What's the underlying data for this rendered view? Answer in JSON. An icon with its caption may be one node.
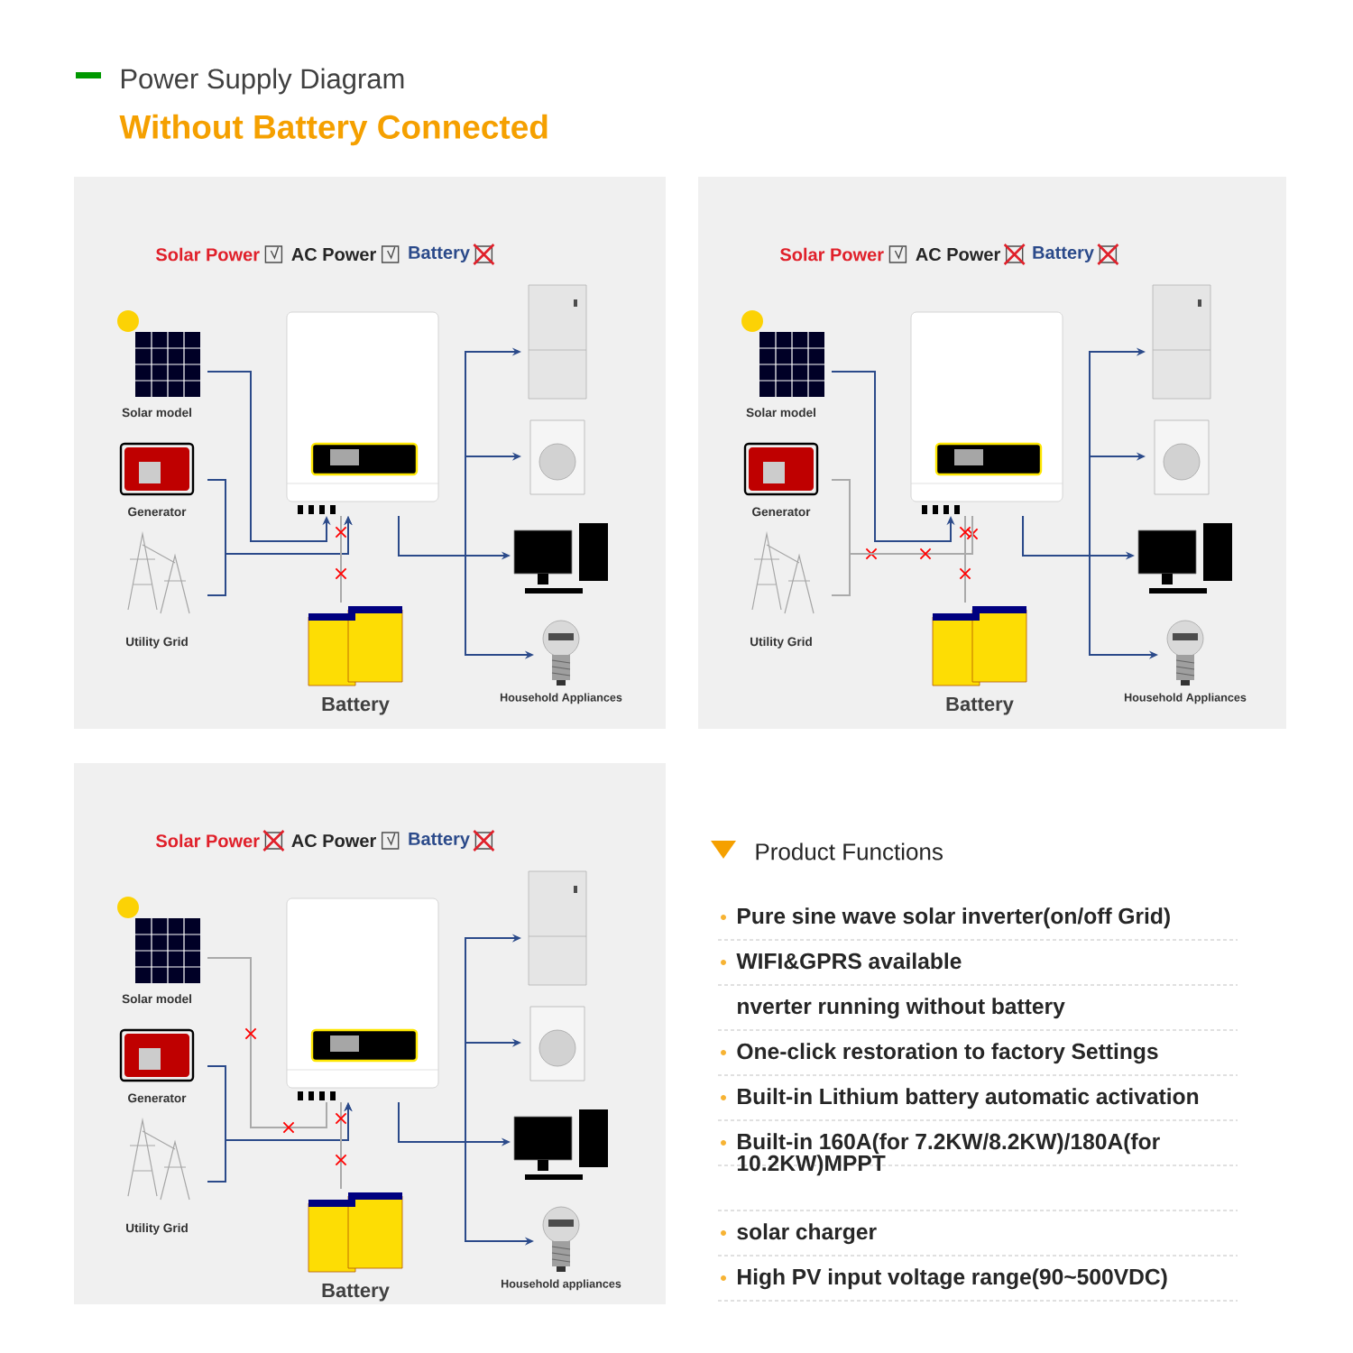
{
  "diagram": {
    "title": "Power Supply Diagram",
    "nodes": [
      {
        "text": [
          "Solar model"
        ]
      },
      {
        "text": [
          "Generator"
        ]
      },
      {
        "text": [
          "Utility Grid"
        ]
      },
      {
        "text": [],
        "shape": "picture"
      },
      {
        "text": [
          "Battery"
        ]
      },
      {
        "text": [],
        "shape": "picture"
      },
      {
        "text": [],
        "shape": "picture"
      },
      {
        "text": [],
        "shape": "picture"
      },
      {
        "text": [],
        "shape": "picture",
        "beside": [
          "Household Appliances"
        ]
      },
      {
        "text": [
          "Solar model"
        ]
      },
      {
        "text": [
          "Generator"
        ]
      },
      {
        "text": [
          "Utility Grid"
        ]
      },
      {
        "text": [],
        "shape": "picture"
      },
      {
        "text": [
          "Battery"
        ]
      },
      {
        "text": [],
        "shape": "picture"
      },
      {
        "text": [],
        "shape": "picture"
      },
      {
        "text": [],
        "shape": "picture"
      },
      {
        "text": [],
        "shape": "picture",
        "beside": [
          "Household Appliances"
        ]
      },
      {
        "text": [
          "Solar model"
        ]
      },
      {
        "text": [
          "Generator"
        ]
      },
      {
        "text": [
          "Utility Grid"
        ]
      },
      {
        "text": [],
        "shape": "picture"
      },
      {
        "text": [
          "Battery"
        ]
      },
      {
        "text": [],
        "shape": "picture"
      },
      {
        "text": [],
        "shape": "picture"
      },
      {
        "text": [],
        "shape": "picture"
      },
      {
        "text": [],
        "shape": "picture",
        "beside": [
          "Household appliances"
        ]
      }
    ],
    "edges": [
      {
        "from": 0,
        "to": 3,
        "arrow": "to"
      },
      {
        "from": 1,
        "to": 3,
        "arrow": "to"
      },
      {
        "from": 2,
        "to": 3,
        "arrow": "to"
      },
      {
        "from": 3,
        "to": 4,
        "arrow": "none",
        "color": "#aaaaaa"
      },
      {
        "from": 3,
        "to": 5,
        "arrow": "to"
      },
      {
        "from": 3,
        "to": 6,
        "arrow": "to"
      },
      {
        "from": 3,
        "to": 7,
        "arrow": "to"
      },
      {
        "from": 3,
        "to": 8,
        "arrow": "to"
      },
      {
        "from": 9,
        "to": 12,
        "arrow": "to"
      },
      {
        "from": 10,
        "to": 12,
        "arrow": "none",
        "color": "#aaaaaa"
      },
      {
        "from": 11,
        "to": 12,
        "arrow": "none",
        "color": "#aaaaaa"
      },
      {
        "from": 12,
        "to": 13,
        "arrow": "none",
        "color": "#aaaaaa"
      },
      {
        "from": 12,
        "to": 14,
        "arrow": "to"
      },
      {
        "from": 12,
        "to": 15,
        "arrow": "to"
      },
      {
        "from": 12,
        "to": 16,
        "arrow": "to"
      },
      {
        "from": 12,
        "to": 17,
        "arrow": "to"
      },
      {
        "from": 18,
        "to": 21,
        "arrow": "none",
        "color": "#aaaaaa"
      },
      {
        "from": 19,
        "to": 21,
        "arrow": "to"
      },
      {
        "from": 20,
        "to": 21,
        "arrow": "to"
      },
      {
        "from": 21,
        "to": 22,
        "arrow": "none",
        "color": "#aaaaaa"
      },
      {
        "from": 21,
        "to": 23,
        "arrow": "to"
      },
      {
        "from": 21,
        "to": 24,
        "arrow": "to"
      },
      {
        "from": 21,
        "to": 25,
        "arrow": "to"
      },
      {
        "from": 21,
        "to": 26,
        "arrow": "to"
      }
    ],
    "labels": [
      "Without Battery Connected",
      "Solar Power",
      "AC Power",
      "Battery",
      "Solar Power",
      "AC Power",
      "Battery",
      "Solar Power",
      "AC Power",
      "Battery",
      "Product Functions",
      "Pure sine wave solar inverter(on/off Grid)",
      "WIFI&GPRS available",
      "nverter running without battery",
      "One-click restoration to factory Settings",
      "Built-in Lithium battery automatic activation",
      "Built-in 160A(for 7.2KW/8.2KW)/180A(for 10.2KW)MPPT",
      "solar charger",
      "High PV input voltage range(90~500VDC)"
    ]
  }
}
